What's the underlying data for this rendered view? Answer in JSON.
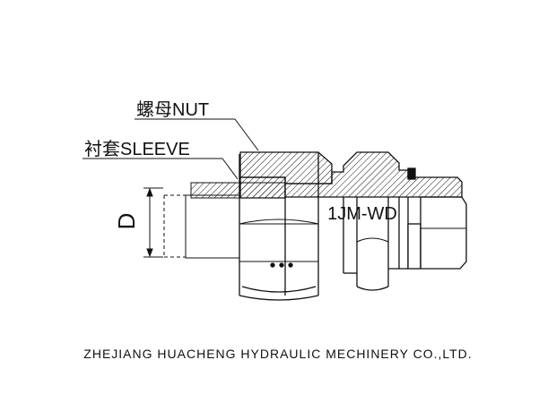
{
  "diagram": {
    "labels": {
      "nut": "螺母NUT",
      "sleeve": "衬套SLEEVE",
      "part_code": "1JM-WD",
      "dimension": "D"
    },
    "footer": "ZHEJIANG HUACHENG HYDRAULIC MECHINERY CO.,LTD."
  }
}
